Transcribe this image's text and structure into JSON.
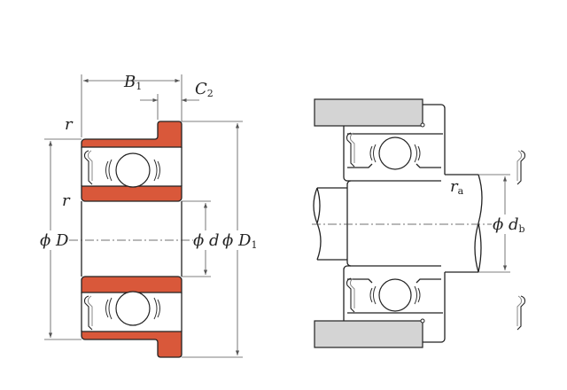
{
  "colors": {
    "ring_fill": "#d9583a",
    "housing_fill": "#d4d4d4",
    "line": "#222222"
  },
  "labels": {
    "B1": {
      "main": "B",
      "sub": "1"
    },
    "C2": {
      "main": "C",
      "sub": "2"
    },
    "r_top": "r",
    "r_mid": "r",
    "phiD": "ϕ D",
    "phid": "ϕ d",
    "phiD1": {
      "main": "ϕ D",
      "sub": "1"
    },
    "ra": {
      "main": "r",
      "sub": "a"
    },
    "phidb": {
      "main": "ϕ d",
      "sub": "b"
    }
  }
}
